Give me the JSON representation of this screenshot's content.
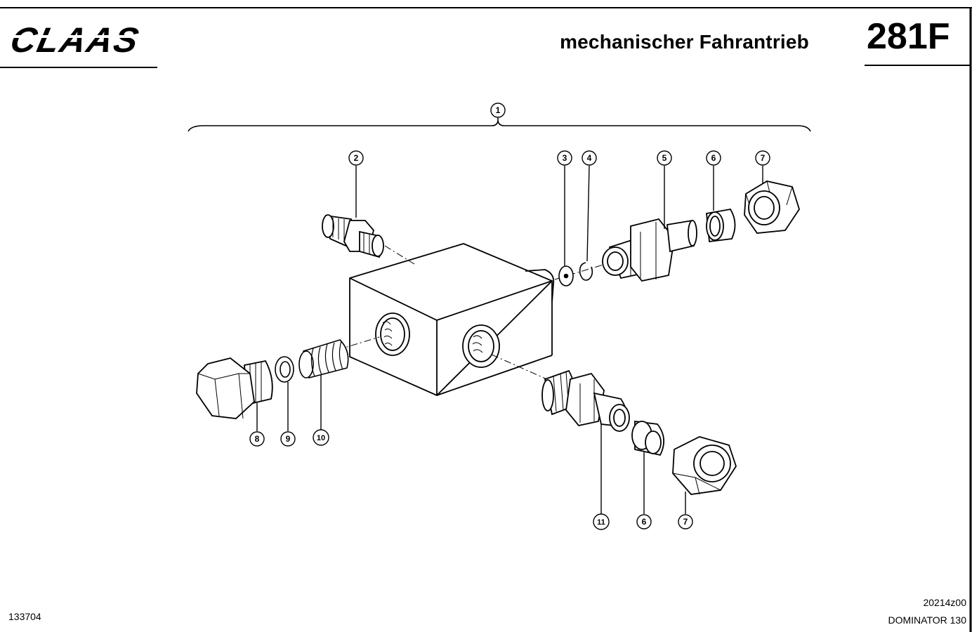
{
  "header": {
    "brand": "CLAAS",
    "title": "mechanischer Fahrantrieb",
    "page_code": "281F"
  },
  "callouts": [
    "1",
    "2",
    "3",
    "4",
    "5",
    "6",
    "7",
    "8",
    "9",
    "10",
    "11",
    "6",
    "7"
  ],
  "footer": {
    "drawing_number": "133704",
    "reference": "20214z00",
    "model": "DOMINATOR 130"
  },
  "colors": {
    "line": "#000000",
    "paper": "#ffffff"
  }
}
